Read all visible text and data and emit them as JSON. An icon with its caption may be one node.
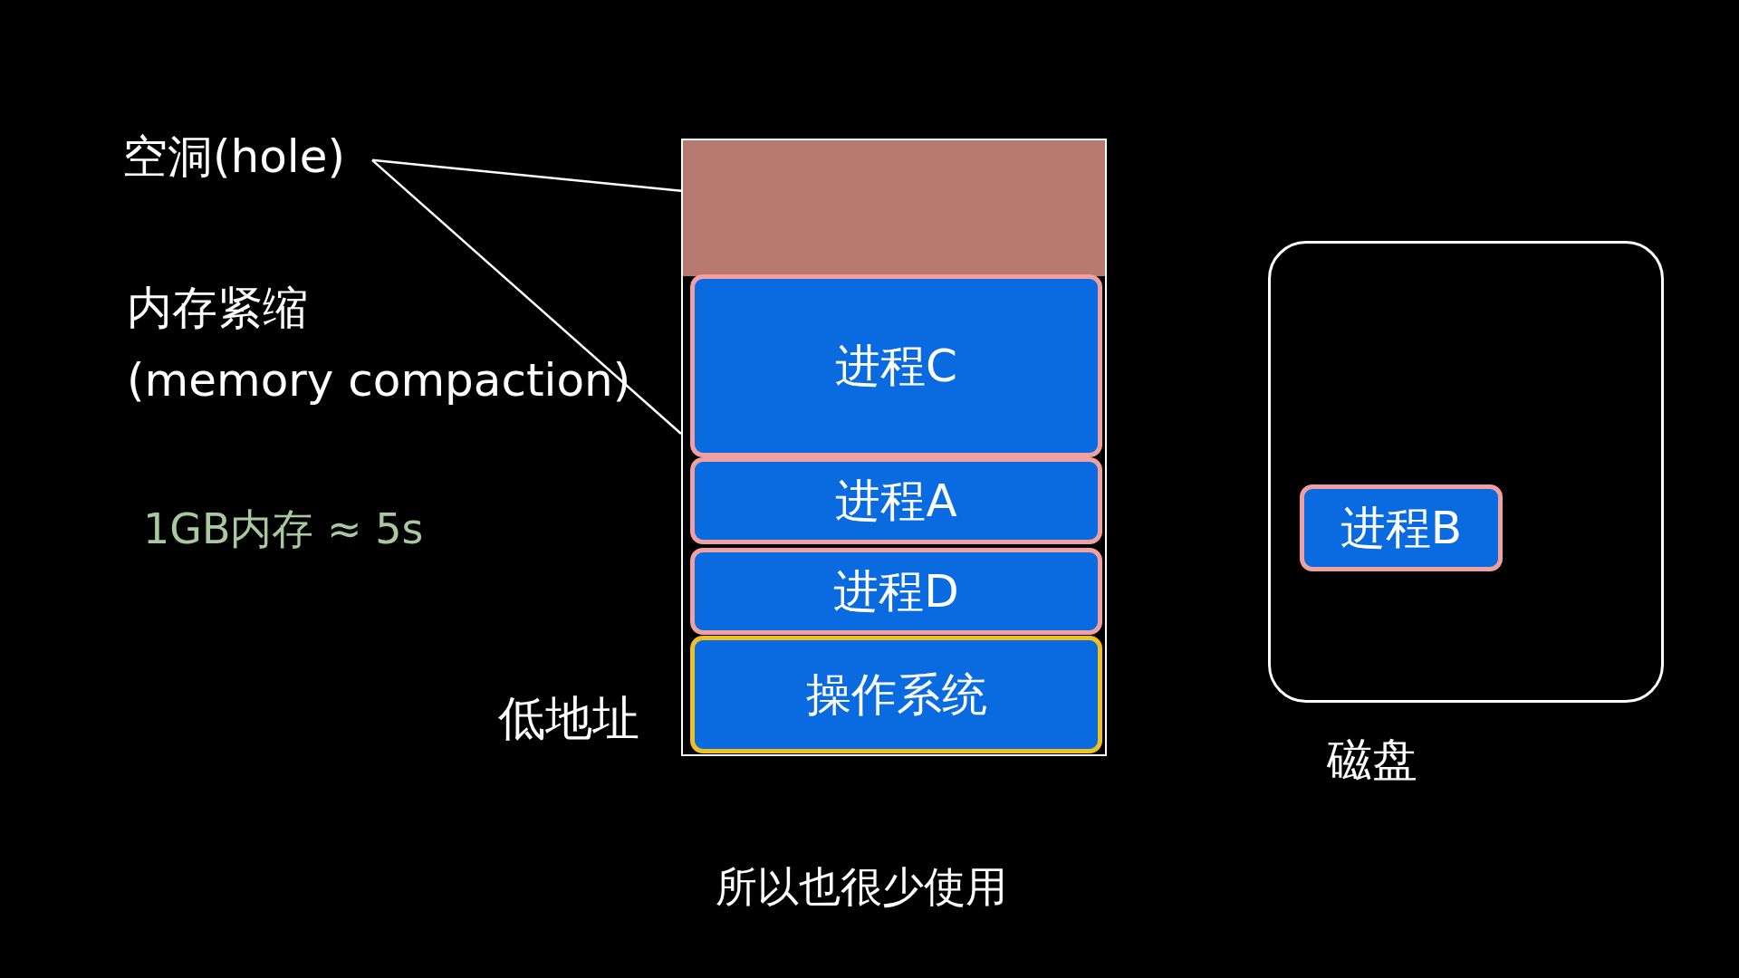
{
  "diagram": {
    "nodes": [
      {
        "text": [
          "空洞(hole)"
        ]
      },
      {
        "text": [],
        "shape": "box"
      },
      {
        "text": [],
        "shape": "box",
        "in": 1
      },
      {
        "text": [
          "进程C"
        ],
        "in": 1
      },
      {
        "text": [
          "进程A"
        ],
        "in": 1
      },
      {
        "text": [
          "进程D"
        ],
        "in": 1
      },
      {
        "text": [
          "操作系统"
        ],
        "in": 1
      },
      {
        "text": [
          "磁盘"
        ]
      },
      {
        "text": [
          "进程B"
        ],
        "in": 7
      }
    ],
    "edges": [
      {
        "from": 0,
        "to": 2,
        "arrow": "none"
      },
      {
        "from": 0,
        "to": 1,
        "arrow": "none"
      }
    ],
    "labels": [
      "内存紧缩",
      "(memory compaction)",
      "1GB内存 ≈ 5s",
      "低地址",
      "所以也很少使用"
    ]
  }
}
